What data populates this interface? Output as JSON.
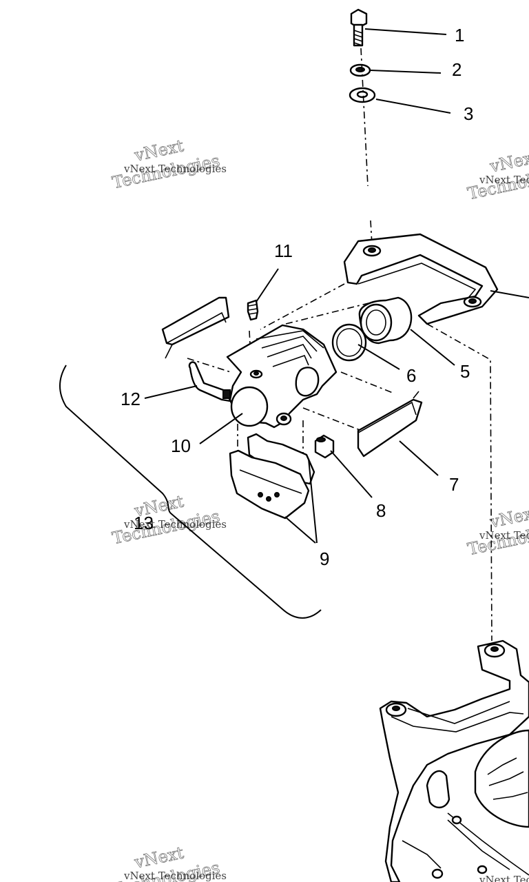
{
  "callouts": [
    {
      "id": "1",
      "label": "1"
    },
    {
      "id": "2",
      "label": "2"
    },
    {
      "id": "3",
      "label": "3"
    },
    {
      "id": "5",
      "label": "5"
    },
    {
      "id": "6",
      "label": "6"
    },
    {
      "id": "7",
      "label": "7"
    },
    {
      "id": "8",
      "label": "8"
    },
    {
      "id": "9",
      "label": "9"
    },
    {
      "id": "10",
      "label": "10"
    },
    {
      "id": "11",
      "label": "11"
    },
    {
      "id": "12",
      "label": "12"
    },
    {
      "id": "13",
      "label": "13"
    }
  ],
  "watermark": {
    "line_small": "vNext Technologies",
    "line_big_1": "vNext",
    "line_big_2": "Technologies"
  }
}
